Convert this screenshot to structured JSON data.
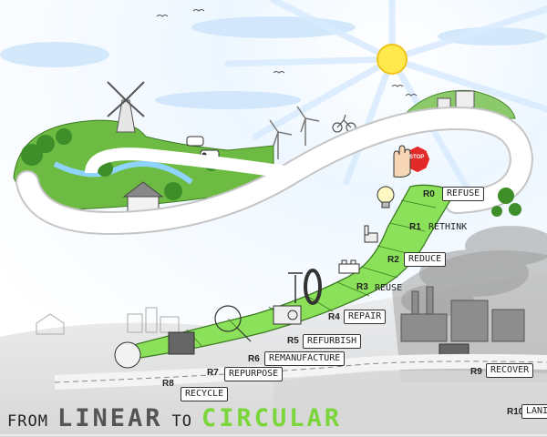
{
  "title": {
    "word1": "FROM",
    "word2": "LINEAR",
    "word3": "TO",
    "word4": "CIRCULAR"
  },
  "sign": "STOP",
  "steps": [
    {
      "code": "R0",
      "label": "REFUSE"
    },
    {
      "code": "R1",
      "label": "RETHINK"
    },
    {
      "code": "R2",
      "label": "REDUCE"
    },
    {
      "code": "R3",
      "label": "REUSE"
    },
    {
      "code": "R4",
      "label": "REPAIR"
    },
    {
      "code": "R5",
      "label": "REFURBISH"
    },
    {
      "code": "R6",
      "label": "REMANUFACTURE"
    },
    {
      "code": "R7",
      "label": "REPURPOSE"
    },
    {
      "code": "R8",
      "label": "RECYCLE"
    },
    {
      "code": "R9",
      "label": "RECOVER"
    },
    {
      "code": "R10",
      "label": "LANI"
    }
  ],
  "colors": {
    "sky": "#dcefff",
    "sun": "#ffe94d",
    "green_path": "#8be25a",
    "grass": "#5fb33a",
    "road": "#f4f4f4",
    "gray_land": "#c9c9c9",
    "smoke": "#9a9a9a",
    "fire": "#ff8a1e",
    "stop_sign": "#e22a2a"
  },
  "icons": [
    "sun-icon",
    "windmill-icon",
    "wind-turbine-icon",
    "cow-icon",
    "house-icon",
    "bicycle-icon",
    "stop-sign-icon",
    "hand-icon",
    "lightbulb-icon",
    "chair-icon",
    "lego-brick-icon",
    "tire-icon",
    "pump-icon",
    "radio-icon",
    "factory-icon",
    "recycle-bin-icon",
    "incinerator-icon"
  ]
}
